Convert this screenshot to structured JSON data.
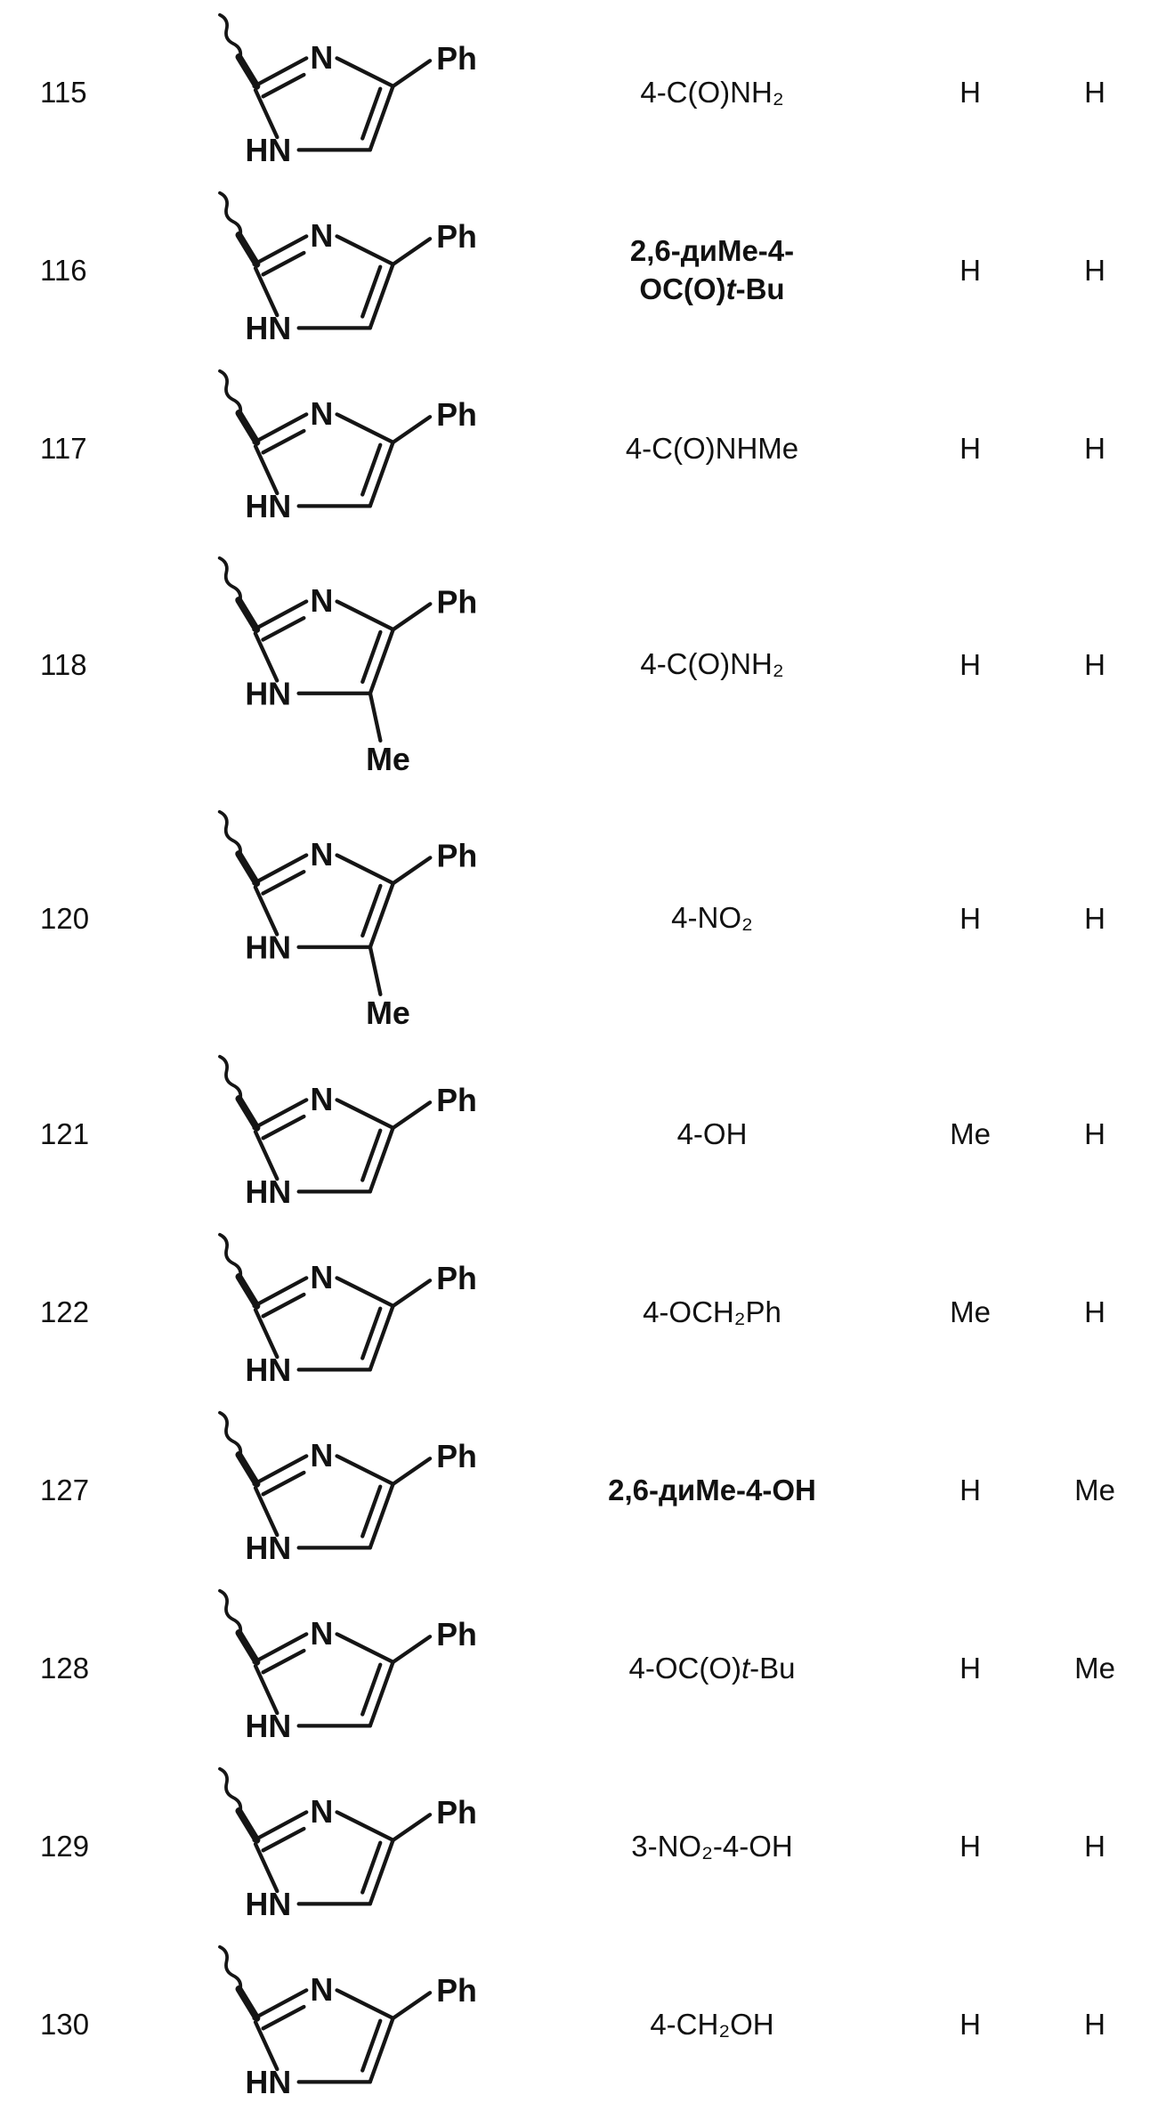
{
  "structure_labels": {
    "n": "N",
    "hn": "HN",
    "ph": "Ph",
    "me": "Me"
  },
  "rows": [
    {
      "id": "115",
      "substituent": "4-C(O)NH₂",
      "r2": "H",
      "r3": "H",
      "methyl_on_ring": false
    },
    {
      "id": "116",
      "substituent_line1": "2,6-диМе-4-",
      "substituent_pre": "OC(O)",
      "substituent_italic": "t",
      "substituent_post": "-Bu",
      "r2": "H",
      "r3": "H",
      "methyl_on_ring": false
    },
    {
      "id": "117",
      "substituent": "4-C(O)NHMe",
      "r2": "H",
      "r3": "H",
      "methyl_on_ring": false
    },
    {
      "id": "118",
      "substituent": "4-C(O)NH₂",
      "r2": "H",
      "r3": "H",
      "methyl_on_ring": true
    },
    {
      "id": "120",
      "substituent": "4-NO₂",
      "r2": "H",
      "r3": "H",
      "methyl_on_ring": true
    },
    {
      "id": "121",
      "substituent": "4-OH",
      "r2": "Me",
      "r3": "H",
      "methyl_on_ring": false
    },
    {
      "id": "122",
      "substituent": "4-OCH₂Ph",
      "r2": "Me",
      "r3": "H",
      "methyl_on_ring": false
    },
    {
      "id": "127",
      "substituent": "2,6-диМе-4-OH",
      "r2": "H",
      "r3": "Me",
      "methyl_on_ring": false
    },
    {
      "id": "128",
      "substituent_pre": "4-OC(O)",
      "substituent_italic": "t",
      "substituent_post": "-Bu",
      "r2": "H",
      "r3": "Me",
      "methyl_on_ring": false
    },
    {
      "id": "129",
      "substituent": "3-NO₂-4-OH",
      "r2": "H",
      "r3": "H",
      "methyl_on_ring": false
    },
    {
      "id": "130",
      "substituent": "4-CH₂OH",
      "r2": "H",
      "r3": "H",
      "methyl_on_ring": false
    }
  ]
}
